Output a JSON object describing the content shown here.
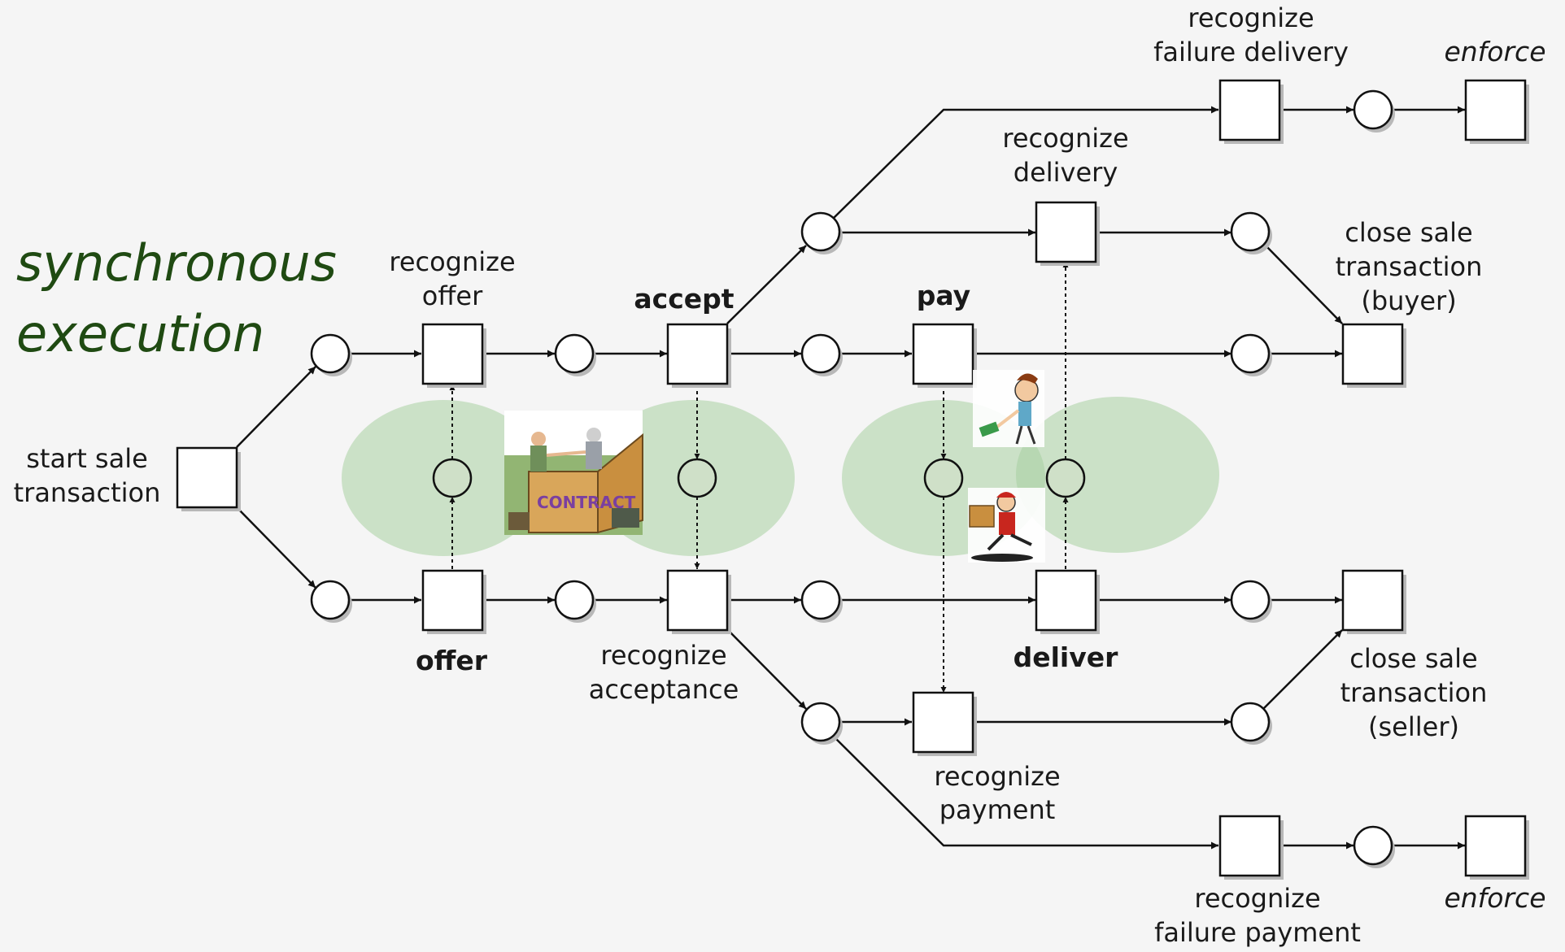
{
  "title": {
    "line1": "synchronous",
    "line2": "execution"
  },
  "labels": {
    "start_sale": [
      "start sale",
      "transaction"
    ],
    "recognize_offer": [
      "recognize",
      "offer"
    ],
    "offer": "offer",
    "accept": "accept",
    "recognize_acceptance": [
      "recognize",
      "acceptance"
    ],
    "pay": "pay",
    "recognize_payment": [
      "recognize",
      "payment"
    ],
    "deliver": "deliver",
    "recognize_delivery": [
      "recognize",
      "delivery"
    ],
    "recognize_failure_delivery": [
      "recognize",
      "failure delivery"
    ],
    "recognize_failure_payment": [
      "recognize",
      "failure payment"
    ],
    "enforce_top": "enforce",
    "enforce_bottom": "enforce",
    "close_buyer": [
      "close sale",
      "transaction",
      "(buyer)"
    ],
    "close_seller": [
      "close sale",
      "transaction",
      "(seller)"
    ]
  },
  "illustrations": {
    "contract": "CONTRACT",
    "money_person": "person-handing-money",
    "delivery_person": "courier-with-package"
  },
  "colors": {
    "title": "#1f4a12",
    "sync_zone": "#a8cfa0",
    "background": "#f5f5f5"
  }
}
